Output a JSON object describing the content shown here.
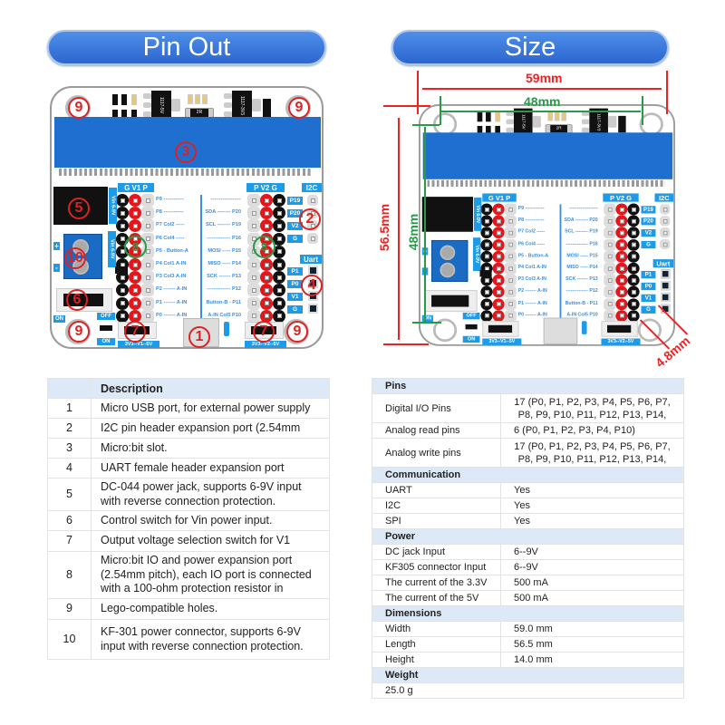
{
  "headers": {
    "pinout": "Pin Out",
    "size": "Size"
  },
  "board": {
    "chips": [
      "1117-5V",
      "1117-3V3",
      "2R"
    ],
    "left_header": "G V1 P",
    "right_header": "P V2 G",
    "left_pins": [
      "P9 ------------",
      "P8 ------------",
      "P7 Col2 -----",
      "P6 Col4 -----",
      "P5 - Button-A",
      "P4 Col1 A-IN",
      "P3 Col3 A-IN",
      "P2 ------- A-IN",
      "P1 ------- A-IN",
      "P0 ------- A-IN"
    ],
    "right_pins": [
      "------------------",
      "SDA -------- P20",
      "SCL -------- P19",
      "-------------- P16",
      "MOSI ----- P15",
      "MISO ----- P14",
      "SCK ------- P13",
      "-------------- P12",
      "Button-B - P11",
      "A-IN Col5 P10"
    ],
    "i2c_title": "I2C",
    "i2c_pins": [
      "P19",
      "P20",
      "V2",
      "G"
    ],
    "uart_title": "Uart",
    "uart_pins": [
      "P1",
      "P0",
      "V1",
      "G"
    ],
    "vin_label": "Vin 6-9V",
    "plus": "+",
    "minus": "-",
    "on": "ON",
    "off": "OFF",
    "switch1_label": "3V3--V1--5V",
    "switch2_label": "3V3--V2--5V",
    "markers": {
      "usb": "1",
      "i2c": "2",
      "slot": "3",
      "uart": "4",
      "dc": "5",
      "switch": "6",
      "vsel": "7",
      "io": "8",
      "lego": "9",
      "kf": "10"
    }
  },
  "dimensions": {
    "width": "59mm",
    "hole_spacing_x": "48mm",
    "length": "56.5mm",
    "hole_spacing_y": "48mm",
    "hole": "4.8mm"
  },
  "description_table": {
    "header": [
      "",
      "Description"
    ],
    "rows": [
      [
        "1",
        "Micro USB port, for external power supply"
      ],
      [
        "2",
        "I2C pin header expansion port (2.54mm"
      ],
      [
        "3",
        "Micro:bit slot."
      ],
      [
        "4",
        "UART female header expansion port"
      ],
      [
        "5",
        "DC-044 power jack, supports 6-9V input with reverse connection protection."
      ],
      [
        "6",
        "Control switch for Vin power input."
      ],
      [
        "7",
        "Output voltage selection switch for V1"
      ],
      [
        "8",
        "Micro:bit IO and power expansion port (2.54mm pitch), each IO port is connected with a 100-ohm protection resistor in"
      ],
      [
        "9",
        "Lego-compatible holes."
      ],
      [
        "10",
        "KF-301 power connector, supports 6-9V input with reverse connection protection."
      ]
    ]
  },
  "spec_table": [
    {
      "section": "Pins",
      "rows": [
        [
          "Digital I/O Pins",
          "17 (P0, P1, P2, P3, P4, P5, P6, P7, P8, P9, P10, P11, P12, P13, P14,"
        ],
        [
          "Analog read pins",
          "6 (P0, P1, P2, P3, P4, P10)"
        ],
        [
          "Analog write pins",
          "17 (P0, P1, P2, P3, P4, P5, P6, P7, P8, P9, P10, P11, P12, P13, P14,"
        ]
      ]
    },
    {
      "section": "Communication",
      "rows": [
        [
          "UART",
          "Yes"
        ],
        [
          "I2C",
          "Yes"
        ],
        [
          "SPI",
          "Yes"
        ]
      ]
    },
    {
      "section": "Power",
      "rows": [
        [
          "DC jack Input",
          "6--9V"
        ],
        [
          "KF305 connector Input",
          "6--9V"
        ],
        [
          "The current of the 3.3V",
          "500 mA"
        ],
        [
          "The current of the 5V",
          "500 mA"
        ]
      ]
    },
    {
      "section": "Dimensions",
      "rows": [
        [
          "Width",
          "59.0 mm"
        ],
        [
          "Length",
          "56.5 mm"
        ],
        [
          "Height",
          "14.0 mm"
        ]
      ]
    },
    {
      "section": "Weight",
      "rows": [
        [
          "25.0 g"
        ]
      ]
    }
  ],
  "colors": {
    "accent": "#2c66d0",
    "label_blue": "#1e9be8",
    "marker_red": "#dd2222",
    "marker_green": "#2a9a4a",
    "slot_blue": "#1f6fd0"
  }
}
